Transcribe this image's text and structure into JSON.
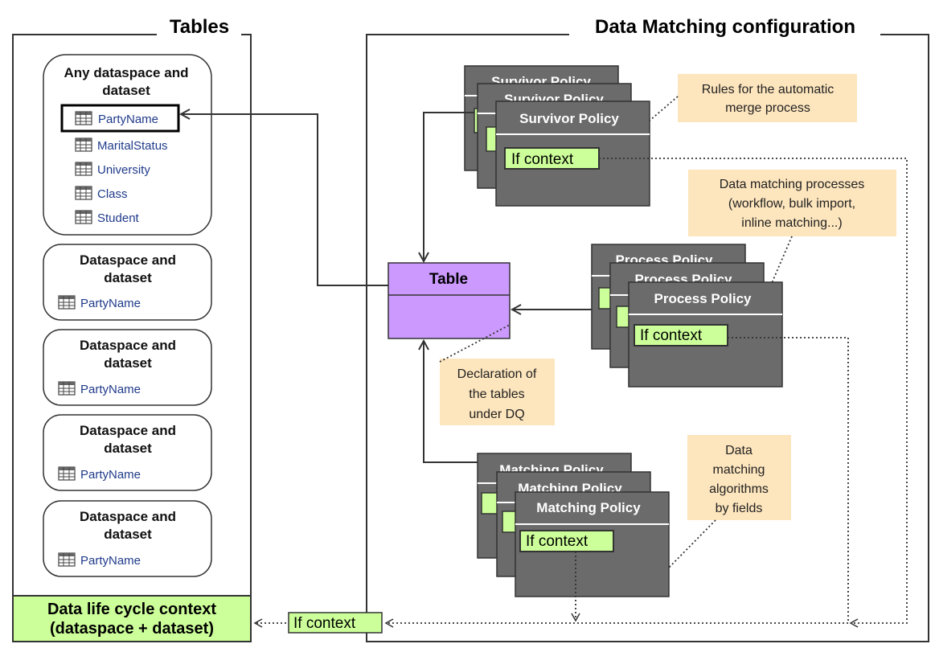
{
  "panels": {
    "tables_title": "Tables",
    "config_title": "Data Matching configuration"
  },
  "dataset_boxes": [
    {
      "title_line1": "Any dataspace and",
      "title_line2": "dataset",
      "tables": [
        "PartyName",
        "MaritalStatus",
        "University",
        "Class",
        "Student"
      ]
    },
    {
      "title_line1": "Dataspace and",
      "title_line2": "dataset",
      "tables": [
        "PartyName"
      ]
    },
    {
      "title_line1": "Dataspace and",
      "title_line2": "dataset",
      "tables": [
        "PartyName"
      ]
    },
    {
      "title_line1": "Dataspace and",
      "title_line2": "dataset",
      "tables": [
        "PartyName"
      ]
    },
    {
      "title_line1": "Dataspace and",
      "title_line2": "dataset",
      "tables": [
        "PartyName"
      ]
    }
  ],
  "lifecycle": {
    "line1": "Data life cycle context",
    "line2": "(dataspace + dataset)"
  },
  "bottom_context_label": "If context",
  "table_box_label": "Table",
  "policies": {
    "survivor": {
      "title": "Survivor Policy",
      "context": "If context"
    },
    "process": {
      "title": "Process Policy",
      "context": "If context"
    },
    "matching": {
      "title": "Matching Policy",
      "context": "If context"
    }
  },
  "notes": {
    "survivor": [
      "Rules for the automatic",
      "merge process"
    ],
    "process": [
      "Data matching processes",
      "(workflow, bulk import,",
      "inline matching...)"
    ],
    "table": [
      "Declaration of",
      "the tables",
      "under DQ"
    ],
    "matching": [
      "Data",
      "matching",
      "algorithms",
      "by fields"
    ]
  },
  "colors": {
    "policy_fill": "#6b6b6b",
    "context_fill": "#ccff99",
    "table_fill": "#cc99ff",
    "note_fill": "#fde5bd",
    "lifecycle_fill": "#ccff99",
    "table_label_color": "#1f3a8a"
  },
  "icons": {
    "table": "table-grid-icon"
  }
}
